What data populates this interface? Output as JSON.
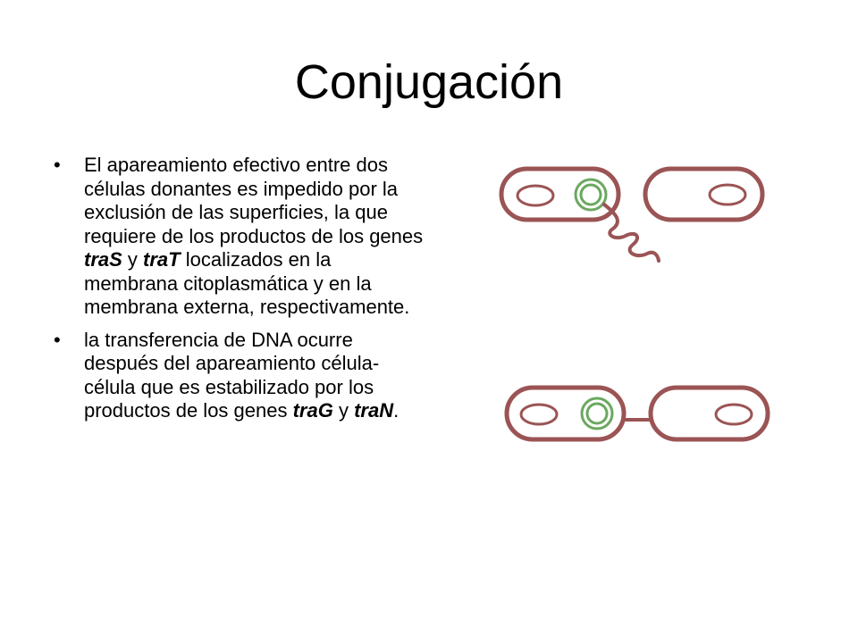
{
  "title": "Conjugación",
  "bullets": [
    {
      "t1": "El apareamiento efectivo entre dos células donantes es impedido por la exclusión de las superficies, la que requiere de los productos de los genes ",
      "g1": "traS",
      "t2": " y ",
      "g2": "traT",
      "t3": " localizados en la membrana citoplasmática y en la membrana externa, respectivamente."
    },
    {
      "t1": "la transferencia de DNA ocurre después del apareamiento célula-célula que es estabilizado por los productos de los genes ",
      "g1": "traG",
      "t2": " y ",
      "g2": "traN",
      "t3": "."
    }
  ],
  "bullet_symbol": "•",
  "colors": {
    "cell_outline": "#9b5454",
    "plasmid": "#6aa85f"
  }
}
